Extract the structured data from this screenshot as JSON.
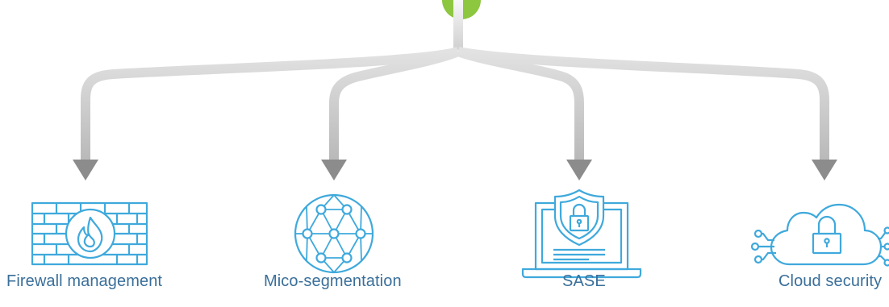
{
  "colors": {
    "connector": "#cfcfcf",
    "connector_fade": "#f2f2f2",
    "arrow_head": "#8c8c8c",
    "icon_stroke": "#3fa9dc",
    "source_node": "#8dc63f",
    "label_text": "#3a6f9a"
  },
  "items": [
    {
      "label": "Firewall management",
      "icon": "firewall-icon"
    },
    {
      "label": "Mico-segmentation",
      "icon": "network-globe-icon"
    },
    {
      "label": "SASE",
      "icon": "laptop-shield-lock-icon"
    },
    {
      "label": "Cloud security",
      "icon": "cloud-lock-icon"
    }
  ]
}
